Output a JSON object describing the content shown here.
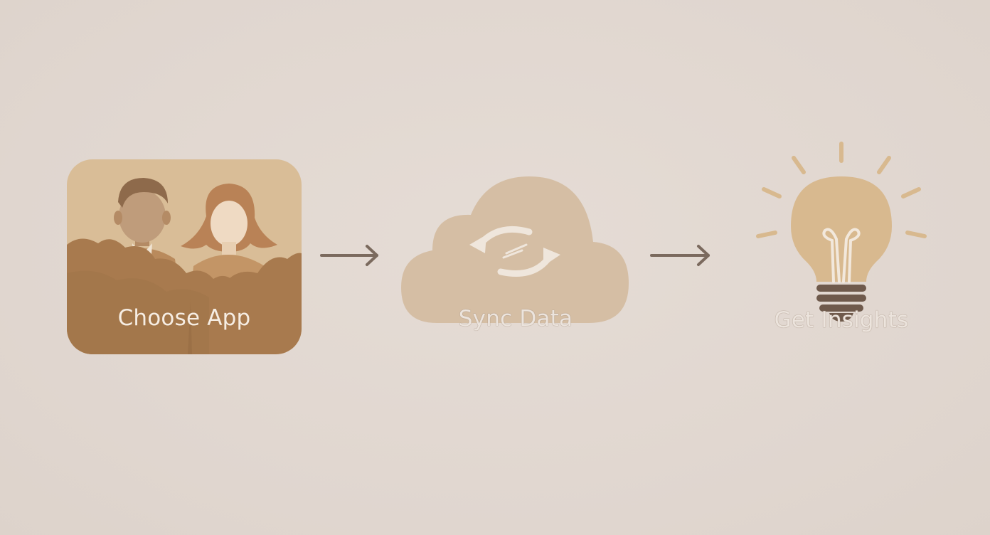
{
  "colors": {
    "background": "#e2d8d1",
    "card_light": "#d9bd97",
    "card_dark": "#a87a4e",
    "cloud": "#d5bea4",
    "bulb": "#d8b98f",
    "arrow": "#7b6a5e"
  },
  "steps": [
    {
      "label": "Choose App",
      "icon": "people-icon"
    },
    {
      "label": "Sync Data",
      "icon": "cloud-sync-icon"
    },
    {
      "label": "Get Insights",
      "icon": "lightbulb-icon"
    }
  ],
  "connectors": [
    {
      "icon": "arrow-right-icon"
    },
    {
      "icon": "arrow-right-icon"
    }
  ]
}
